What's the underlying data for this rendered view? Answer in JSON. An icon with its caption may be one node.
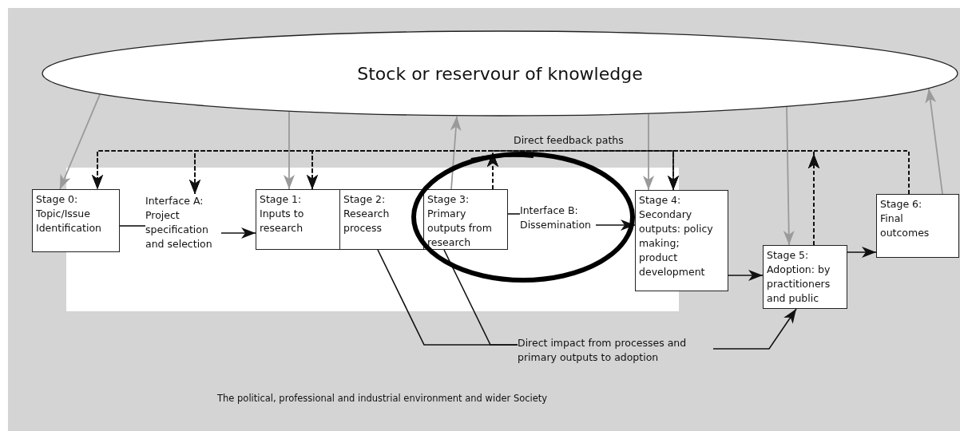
{
  "diagram": {
    "nodes": [
      {
        "text": [
          "Stock or reservour of knowledge"
        ]
      },
      {
        "text": [
          "Stage 0:",
          "Topic/Issue Identification"
        ]
      },
      {
        "text": [
          "Interface A: Project specification and selection"
        ]
      },
      {
        "text": [
          "Stage 1:",
          "Inputs to research"
        ]
      },
      {
        "text": [
          "Stage 2:",
          "Research process"
        ]
      },
      {
        "text": [
          "Stage 3:",
          "Primary outputs from research"
        ]
      },
      {
        "text": [
          "Interface B: Dissemination"
        ]
      },
      {
        "text": [
          "Stage 4:",
          "Secondary outputs: policy making; product development"
        ]
      },
      {
        "text": [
          "Stage 5:",
          "Adoption: by practitioners and public"
        ]
      },
      {
        "text": [
          "Stage 6:",
          "Final outcomes"
        ]
      },
      {
        "text": [
          "Direct impact from processes and primary outputs to adoption"
        ]
      }
    ],
    "edges": [
      {
        "from": 0,
        "to": 1,
        "arrow": "to",
        "color": "#9a9a9a"
      },
      {
        "from": 0,
        "to": 3,
        "arrow": "to",
        "color": "#9a9a9a"
      },
      {
        "from": 5,
        "to": 0,
        "arrow": "to",
        "color": "#9a9a9a"
      },
      {
        "from": 0,
        "to": 7,
        "arrow": "to",
        "color": "#9a9a9a"
      },
      {
        "from": 0,
        "to": 8,
        "arrow": "to",
        "color": "#9a9a9a"
      },
      {
        "from": 9,
        "to": 0,
        "arrow": "to",
        "color": "#9a9a9a"
      },
      {
        "from": 1,
        "to": 2,
        "arrow": "none"
      },
      {
        "from": 2,
        "to": 3,
        "arrow": "to"
      },
      {
        "from": 5,
        "to": 6,
        "arrow": "none"
      },
      {
        "from": 6,
        "to": 7,
        "arrow": "to"
      },
      {
        "from": 7,
        "to": 8,
        "arrow": "to"
      },
      {
        "from": 8,
        "to": 9,
        "arrow": "to"
      },
      {
        "from": 4,
        "to": 10,
        "arrow": "none"
      },
      {
        "from": 5,
        "to": 10,
        "arrow": "none"
      },
      {
        "from": 10,
        "to": 8,
        "arrow": "to"
      },
      {
        "from": 5,
        "to": 1,
        "arrow": "to",
        "style": "dashed"
      },
      {
        "from": 5,
        "to": 2,
        "arrow": "to",
        "style": "dashed"
      },
      {
        "from": 5,
        "to": 3,
        "arrow": "to",
        "style": "dashed"
      },
      {
        "from": 5,
        "to": 7,
        "arrow": "to",
        "style": "dashed"
      },
      {
        "from": 8,
        "to": 1,
        "arrow": "to",
        "style": "dashed"
      },
      {
        "from": 8,
        "to": 2,
        "arrow": "to",
        "style": "dashed"
      },
      {
        "from": 8,
        "to": 3,
        "arrow": "to",
        "style": "dashed"
      },
      {
        "from": 8,
        "to": 7,
        "arrow": "to",
        "style": "dashed"
      },
      {
        "from": 9,
        "to": 1,
        "arrow": "to",
        "style": "dashed"
      },
      {
        "from": 9,
        "to": 2,
        "arrow": "to",
        "style": "dashed"
      },
      {
        "from": 9,
        "to": 3,
        "arrow": "to",
        "style": "dashed"
      },
      {
        "from": 9,
        "to": 7,
        "arrow": "to",
        "style": "dashed"
      }
    ],
    "labels": [
      "Direct feedback paths",
      "The political, professional and industrial environment and wider Society"
    ]
  }
}
